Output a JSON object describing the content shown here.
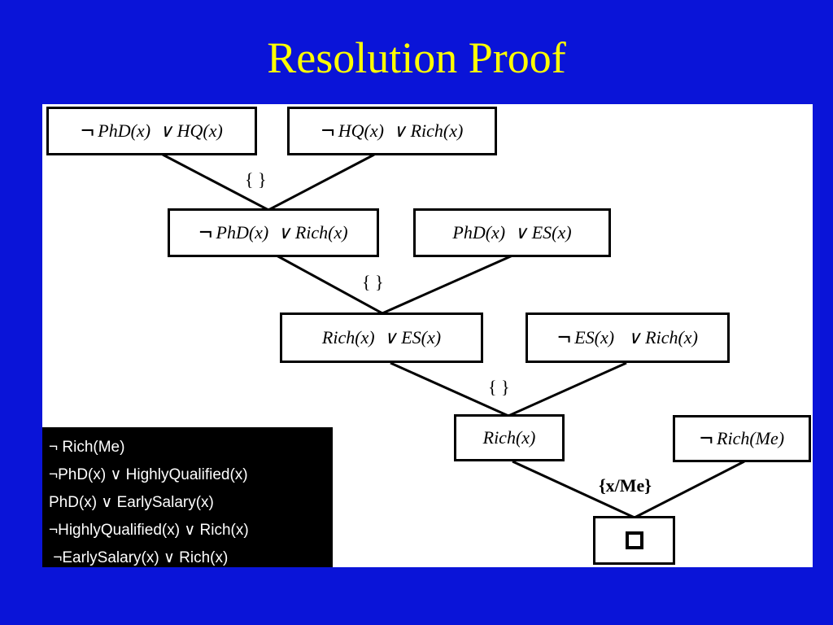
{
  "title": "Resolution Proof",
  "proof_tree": {
    "clauses": {
      "c1": {
        "neg": "¬",
        "text": "PhD(x)  ∨ HQ(x)"
      },
      "c2": {
        "neg": "¬",
        "text": "HQ(x)  ∨ Rich(x)"
      },
      "c3": {
        "neg": "¬",
        "text": "PhD(x)  ∨ Rich(x)"
      },
      "c4": {
        "neg": "",
        "text": "PhD(x)  ∨ ES(x)"
      },
      "c5": {
        "neg": "",
        "text": "Rich(x)  ∨ ES(x)"
      },
      "c6": {
        "neg": "¬",
        "text": "ES(x)   ∨ Rich(x)"
      },
      "c7": {
        "neg": "",
        "text": "Rich(x)"
      },
      "c8": {
        "neg": "¬",
        "text": "Rich(Me)"
      },
      "c9": {
        "neg": "",
        "text": ""
      }
    },
    "substitutions": {
      "s1": "{ }",
      "s2": "{ }",
      "s3": "{ }",
      "s4": "{x/Me}"
    }
  },
  "knowledge_base": [
    "¬ Rich(Me)",
    "¬PhD(x) ∨ HighlyQualified(x)",
    "PhD(x) ∨ EarlySalary(x)",
    "¬HighlyQualified(x) ∨ Rich(x)",
    " ¬EarlySalary(x) ∨ Rich(x)"
  ],
  "colors": {
    "background": "#0a14d8",
    "title": "#ffff00",
    "panel": "#ffffff",
    "kb_background": "#000000",
    "kb_text": "#ffffff"
  }
}
